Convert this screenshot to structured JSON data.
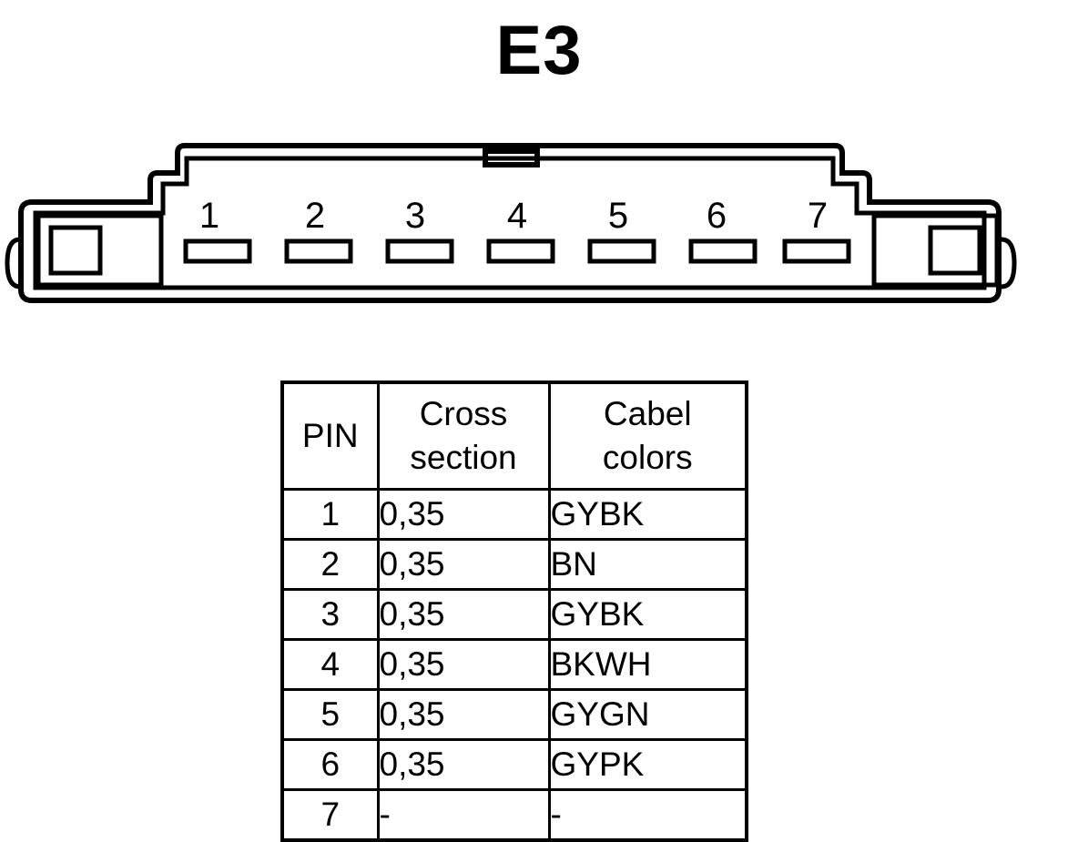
{
  "page": {
    "title": "E3",
    "background_color": "#ffffff",
    "line_color": "#000000"
  },
  "connector": {
    "name": "E3",
    "pin_count": 7,
    "pin_numbers": [
      "1",
      "2",
      "3",
      "4",
      "5",
      "6",
      "7"
    ],
    "latch_slot": "center-top-latch-slot",
    "left_tab": "left-mounting-tab",
    "right_tab": "right-mounting-tab"
  },
  "table": {
    "headers": {
      "pin": "PIN",
      "cross_section_line1": "Cross",
      "cross_section_line2": "section",
      "cable_colors_line1": "Cabel",
      "cable_colors_line2": "colors"
    },
    "rows": [
      {
        "pin": "1",
        "cross_section": "0,35",
        "cable_color": "GYBK"
      },
      {
        "pin": "2",
        "cross_section": "0,35",
        "cable_color": "BN"
      },
      {
        "pin": "3",
        "cross_section": "0,35",
        "cable_color": "GYBK"
      },
      {
        "pin": "4",
        "cross_section": "0,35",
        "cable_color": "BKWH"
      },
      {
        "pin": "5",
        "cross_section": "0,35",
        "cable_color": "GYGN"
      },
      {
        "pin": "6",
        "cross_section": "0,35",
        "cable_color": "GYPK"
      },
      {
        "pin": "7",
        "cross_section": "-",
        "cable_color": "-"
      }
    ]
  }
}
